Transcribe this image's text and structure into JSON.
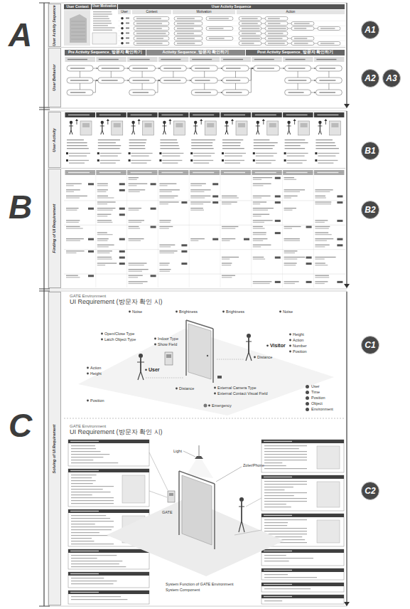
{
  "diagram": {
    "nodes": [
      {
        "text": [
          "User Activity Sequence"
        ]
      },
      {
        "text": [
          "User Behavior"
        ]
      },
      {
        "text": [
          "User Activity"
        ]
      },
      {
        "text": [
          "Finding of UI Requirement"
        ]
      },
      {
        "text": [
          "Solving of UI Requirement"
        ]
      },
      {
        "text": [
          "User Context"
        ]
      },
      {
        "text": [
          "User Motivation"
        ]
      },
      {
        "text": [
          "User Activity Sequence"
        ]
      },
      {
        "text": [
          "User"
        ]
      },
      {
        "text": [
          "Context"
        ]
      },
      {
        "text": [
          "Motivation"
        ]
      },
      {
        "text": [
          "Action"
        ]
      },
      {
        "text": [
          "Pre Activity Sequence_방문자 확인하기"
        ]
      },
      {
        "text": [
          "Activity Sequence_방문자 확인하기"
        ]
      },
      {
        "text": [
          "Post Activity Sequence_방문자 확인하기"
        ]
      },
      {
        "text": [
          "A1"
        ]
      },
      {
        "text": [
          "A2"
        ]
      },
      {
        "text": [
          "A3"
        ]
      },
      {
        "text": [
          "B1"
        ]
      },
      {
        "text": [
          "B2"
        ]
      },
      {
        "text": [
          "C1"
        ]
      },
      {
        "text": [
          "C2"
        ]
      }
    ],
    "labels": [
      "A",
      "B",
      "C",
      "GATE Environment",
      "UI Requirement (방문자 확인 시)",
      "Noise",
      "Brightness",
      "Brightness",
      "Noise",
      "Open/Close Type",
      "Latch Object Type",
      "Indoor Type",
      "Show Field",
      "Height",
      "Action",
      "Visitor",
      "Number",
      "Position",
      "Distance",
      "Action",
      "Height",
      "User",
      "Distance",
      "External Camera Type",
      "External Contact Visual Field",
      "Position",
      "Emergency",
      "GATE Environment",
      "UI Requirement (방문자 확인 시)",
      "Light",
      "Zoler/Phone",
      "GATE",
      "System Function of GATE Environment",
      "System Component"
    ],
    "legend": [
      {
        "text": "User",
        "color": "#4d4d4d"
      },
      {
        "text": "Time",
        "color": "#4d4d4d"
      },
      {
        "text": "Position",
        "color": "#4d4d4d"
      },
      {
        "text": "Object",
        "color": "#4d4d4d"
      },
      {
        "text": "Environment",
        "color": "#4d4d4d"
      }
    ]
  }
}
